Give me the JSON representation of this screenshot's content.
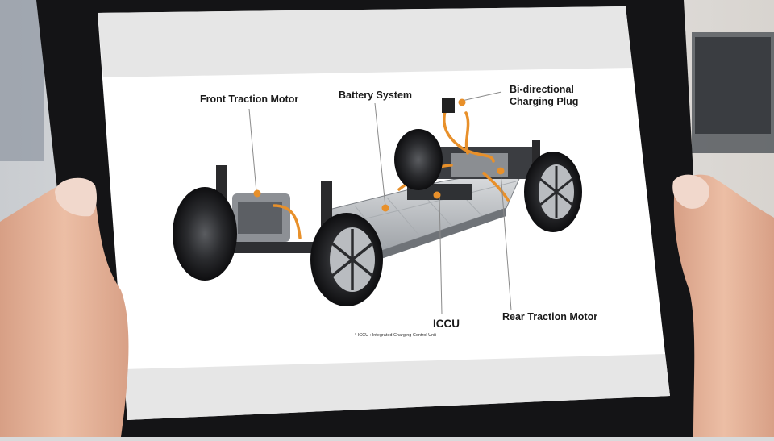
{
  "callouts": {
    "front_motor": "Front Traction Motor",
    "battery": "Battery System",
    "charging_plug_line1": "Bi-directional",
    "charging_plug_line2": "Charging Plug",
    "iccu": "ICCU",
    "rear_motor": "Rear Traction Motor"
  },
  "footnote": "* ICCU : Integrated Charging Control Unit",
  "colors": {
    "accent": "#e8902a",
    "tablet_bezel": "#141416",
    "skin": "#e6b49a"
  }
}
